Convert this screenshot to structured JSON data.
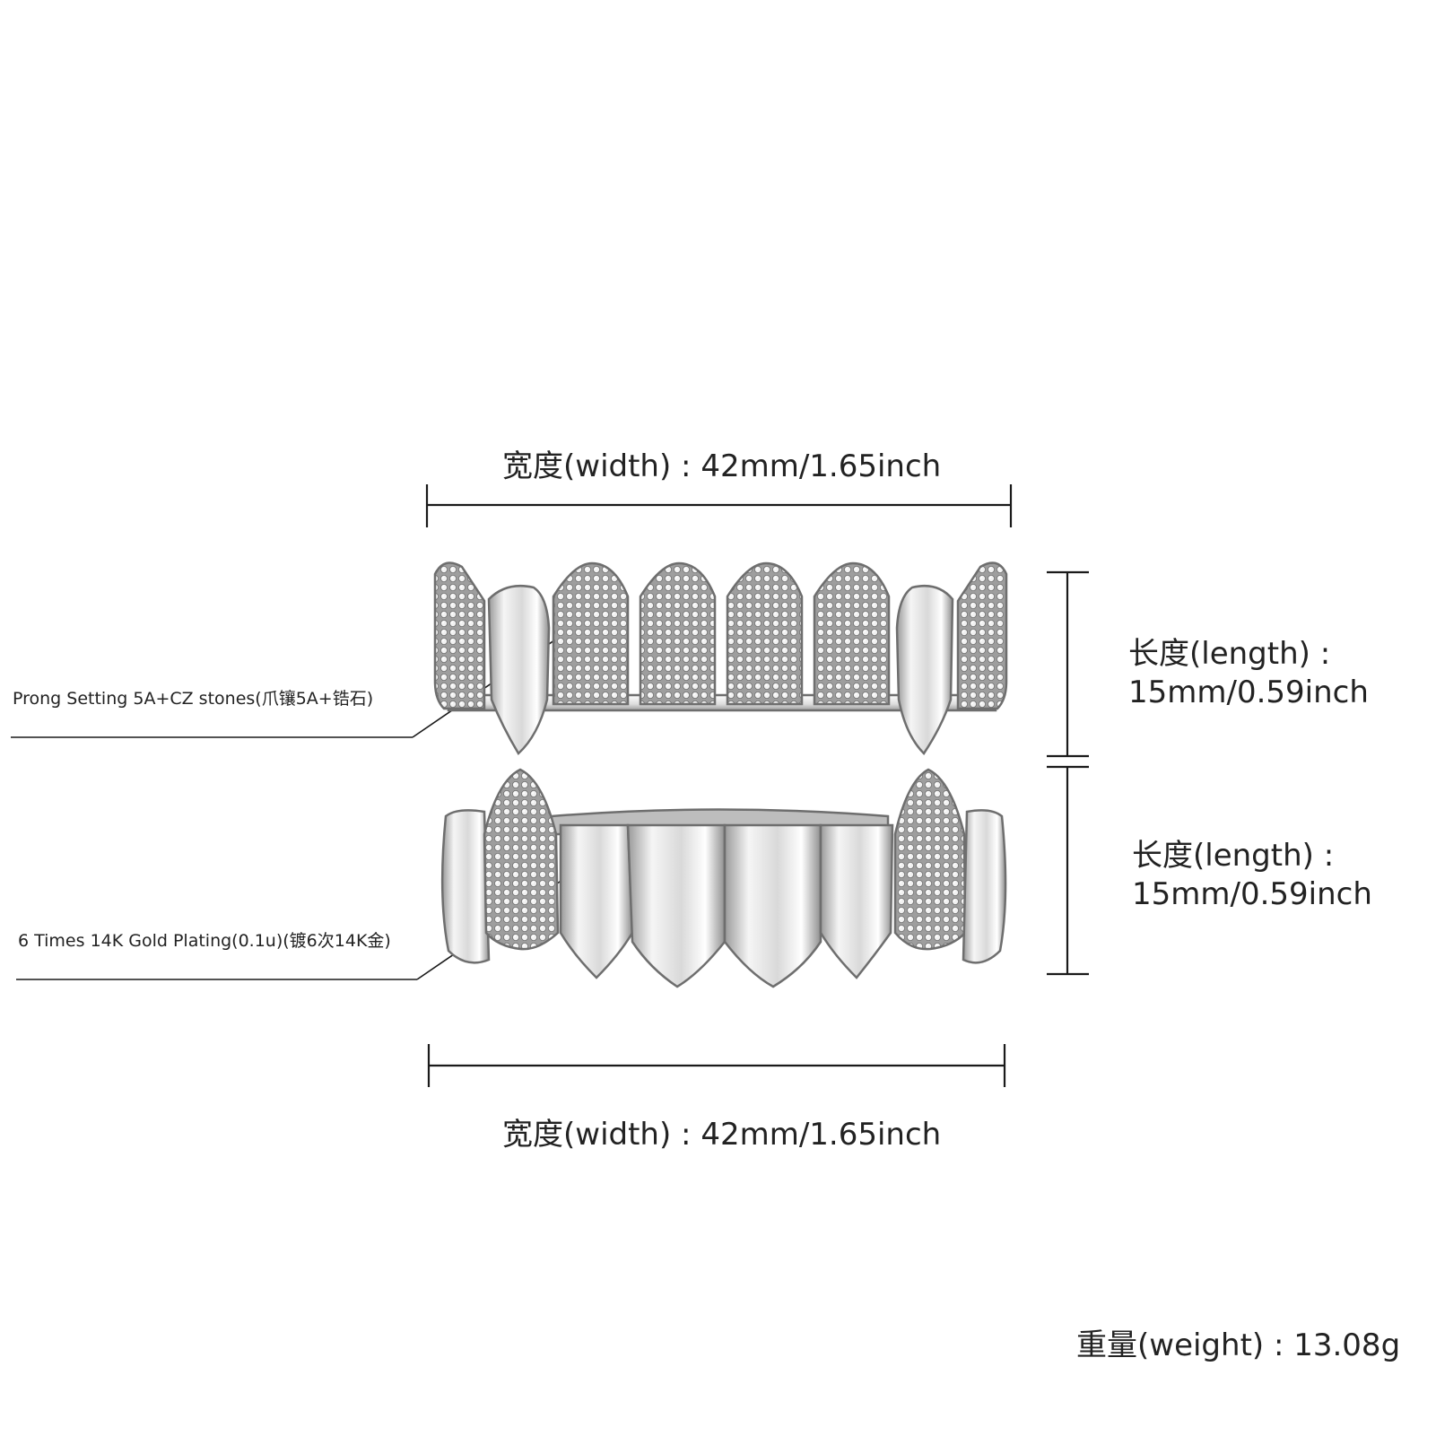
{
  "dimensions": {
    "width_label": "宽度(width) : 42mm/1.65inch",
    "length_label_line1": "长度(length) :",
    "length_label_line2": "15mm/0.59inch",
    "weight_label": "重量(weight) : 13.08g"
  },
  "callouts": {
    "prong_setting": "Prong Setting 5A+CZ stones(爪镶5A+锆石)",
    "gold_plating": "6 Times  14K  Gold  Plating(0.1u)(镀6次14K金)"
  },
  "colors": {
    "line": "#1a1a1a",
    "metal_light": "#f4f4f4",
    "metal_mid": "#c8c8c8",
    "metal_dark": "#8a8a8a"
  }
}
